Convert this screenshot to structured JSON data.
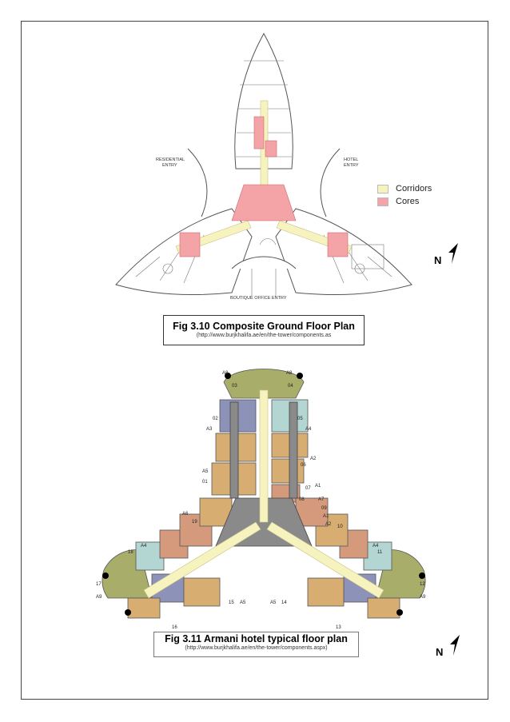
{
  "figure1": {
    "labels": {
      "residential_entry": "RESIDENTIAL\nENTRY",
      "hotel_entry": "HOTEL\nENTRY",
      "boutique_entry": "BOUTIQUE OFFICE ENTRY"
    },
    "legend": [
      {
        "label": "Corridors",
        "color": "#f6f3bf"
      },
      {
        "label": "Cores",
        "color": "#f4a3a6"
      }
    ],
    "north": "N",
    "caption": "Fig 3.10 Composite Ground Floor Plan",
    "source": "(http://www.burjkhalifa.ae/en/the-tower/components.as"
  },
  "figure2": {
    "unit_labels": [
      "A8",
      "A8",
      "03",
      "04",
      "02",
      "05",
      "A3",
      "A4",
      "A2",
      "06",
      "A5",
      "01",
      "07",
      "A1",
      "08",
      "A7",
      "09",
      "A1",
      "A6",
      "19",
      "A2",
      "10",
      "A4",
      "18",
      "A4",
      "11",
      "17",
      "12",
      "A9",
      "A9",
      "15",
      "A5",
      "A5",
      "14",
      "16",
      "13"
    ],
    "north": "N",
    "caption": "Fig 3.11 Armani hotel typical floor plan",
    "source": "(http://www.burjkhalifa.ae/en/the-tower/components.aspx)"
  },
  "colors": {
    "corridor": "#f6f3bf",
    "core": "#f4a3a6",
    "olive": "#a8ad6a",
    "slate": "#8d93b8",
    "mint": "#b3d6d3",
    "tan": "#d8ad72",
    "salmon": "#d49a7b",
    "grey_core": "#8a8a8a"
  }
}
